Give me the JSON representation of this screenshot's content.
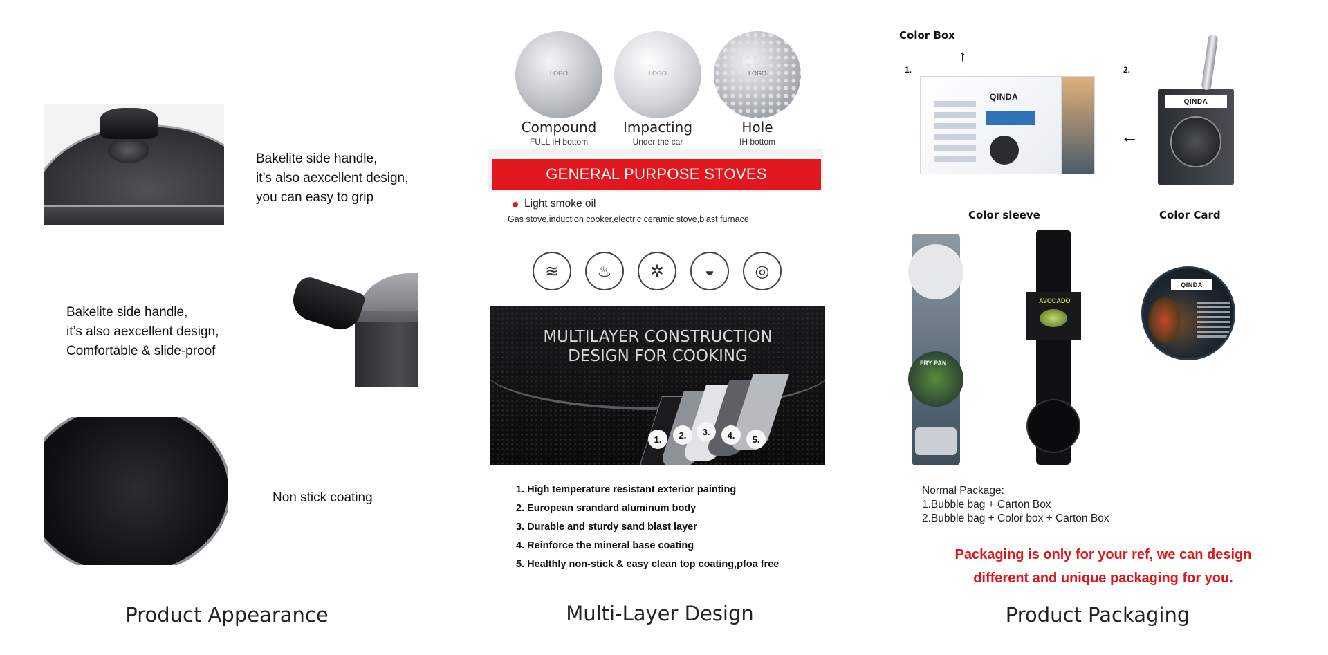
{
  "appearance": {
    "caption": "Product Appearance",
    "feature1": [
      "Bakelite side handle,",
      "it’s also aexcellent design,",
      "you can easy to grip"
    ],
    "feature2": [
      "Bakelite side handle,",
      "it’s also aexcellent design,",
      "Comfortable & slide-proof"
    ],
    "feature3": "Non stick coating"
  },
  "multilayer": {
    "caption": "Multi-Layer Design",
    "discs": [
      {
        "label": "Compound",
        "sub": "FULL IH bottom",
        "logo": "LOGO"
      },
      {
        "label": "Impacting",
        "sub": "Under the car",
        "logo": "LOGO"
      },
      {
        "label": "Hole",
        "sub": "IH bottom",
        "logo": "LOGO"
      }
    ],
    "banner": "GENERAL PURPOSE STOVES",
    "bullet": "Light smoke oil",
    "stove_types": "Gas stove,induction cooker,electric ceramic stove,blast furnace",
    "stove_icons": [
      "coil-icon",
      "flame-icon",
      "burner-icon",
      "ceramic-icon",
      "induction-icon"
    ],
    "panel_title": [
      "MULTILAYER CONSTRUCTION",
      "DESIGN FOR COOKING"
    ],
    "layer_numbers": [
      "1.",
      "2.",
      "3.",
      "4.",
      "5."
    ],
    "list": [
      "1. High temperature resistant exterior painting",
      "2. European srandard aluminum body",
      "3. Durable and sturdy sand blast layer",
      "4. Reinforce the mineral base coating",
      "5. Healthly non-stick & easy clean top coating,pfoa free"
    ]
  },
  "packaging": {
    "caption": "Product Packaging",
    "color_box": "Color Box",
    "num1": "1.",
    "num2": "2.",
    "brand": "QINDA",
    "color_sleeve": "Color sleeve",
    "color_card": "Color Card",
    "sleeve1_text": "FRY PAN",
    "sleeve2_text": "AVOCADO",
    "normal_package": [
      "Normal Package:",
      "1.Bubble bag + Carton Box",
      "2.Bubble bag + Color box + Carton Box"
    ],
    "note": [
      "Packaging is only for your ref, we can design",
      "different and unique packaging for you."
    ],
    "accent": "#e1141c"
  }
}
